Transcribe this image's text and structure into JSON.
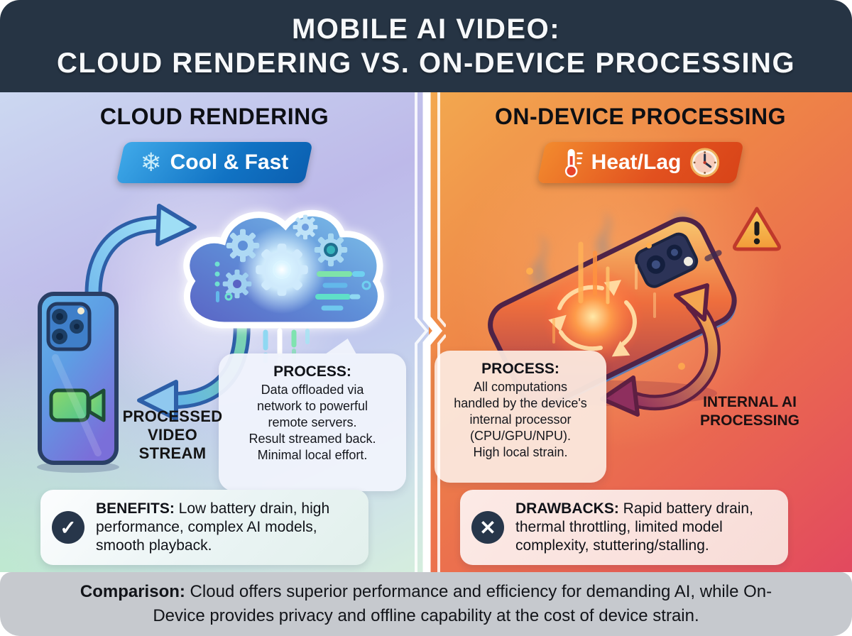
{
  "header": {
    "title_line1": "MOBILE AI VIDEO:",
    "title_line2": "CLOUD RENDERING VS. ON-DEVICE PROCESSING"
  },
  "left_panel": {
    "heading": "CLOUD RENDERING",
    "badge_label": "Cool & Fast",
    "stream_label_lines": {
      "l1": "PROCESSED",
      "l2": "VIDEO",
      "l3": "STREAM"
    },
    "process_box": {
      "title": "PROCESS:",
      "lines": {
        "0": "Data offloaded via",
        "1": "network to powerful",
        "2": "remote servers.",
        "3": "Result streamed back.",
        "4": "Minimal local effort."
      }
    },
    "benefits": {
      "label": "BENEFITS:",
      "text": " Low battery drain, high performance, complex AI models, smooth playback."
    }
  },
  "right_panel": {
    "heading": "ON-DEVICE PROCESSING",
    "badge_label": "Heat/Lag",
    "internal_label_lines": {
      "l1": "INTERNAL AI",
      "l2": "PROCESSING"
    },
    "process_box": {
      "title": "PROCESS:",
      "lines": {
        "0": "All computations",
        "1": "handled by the device's",
        "2": "internal processor",
        "3": "(CPU/GPU/NPU).",
        "4": "High local strain."
      }
    },
    "drawbacks": {
      "label": "DRAWBACKS:",
      "text": " Rapid battery drain, thermal throttling, limited model complexity, stuttering/stalling."
    }
  },
  "footer": {
    "label": "Comparison:",
    "text": " Cloud offers superior performance and efficiency for demanding AI, while On-Device provides privacy and offline capability at the cost of device strain."
  },
  "icons": {
    "snowflake": "❄",
    "check": "✓",
    "cross": "✕",
    "warning_mark": "!"
  },
  "colors": {
    "header_bg": "#263444",
    "footer_bg": "#c6c9ce",
    "cool_badge": "#1173c4",
    "heat_badge": "#e2511f",
    "left_panel_tint": "#bdb9e9",
    "right_panel_tint": "#ee8347",
    "icon_circle": "#27364a"
  }
}
